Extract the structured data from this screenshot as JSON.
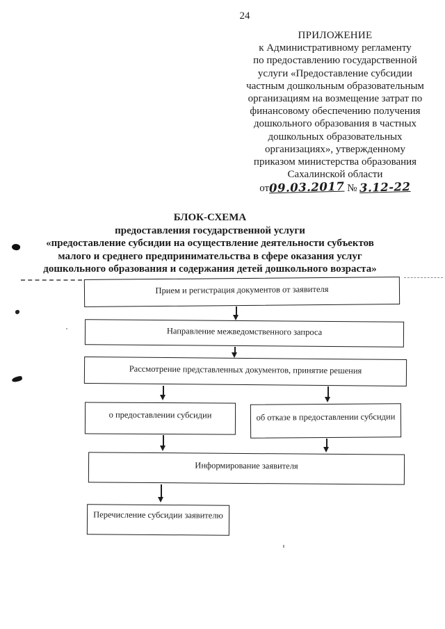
{
  "page": {
    "number": "24"
  },
  "appendix": {
    "title": "ПРИЛОЖЕНИЕ",
    "lines": [
      "к Административному регламенту",
      "по предоставлению государственной",
      "услуги «Предоставление субсидии",
      "частным дошкольным образовательным",
      "организациям на возмещение затрат по",
      "финансовому обеспечению получения",
      "дошкольного образования в частных",
      "дошкольных образовательных",
      "организациях», утвержденному",
      "приказом министерства образования",
      "Сахалинской области"
    ],
    "order": {
      "prefix": "от",
      "date": "09.03.2017",
      "no_sign": "№",
      "number": "3.12-22"
    }
  },
  "scheme": {
    "title": "БЛОК-СХЕМА",
    "subtitle_lines": [
      "предоставления государственной услуги",
      "«предоставление субсидии на осуществление деятельности субъектов",
      "малого и среднего предпринимательства в сфере оказания услуг",
      "дошкольного образования и содержания детей дошкольного возраста»"
    ]
  },
  "flowchart": {
    "steps": [
      {
        "label": "Прием и регистрация документов от заявителя"
      },
      {
        "label": "Направление межведомственного запроса"
      },
      {
        "label": "Рассмотрение представленных документов, принятие решения"
      },
      {
        "label": "о предоставлении субсидии"
      },
      {
        "label": "об отказе в предоставлении субсидии"
      },
      {
        "label": "Информирование заявителя"
      },
      {
        "label": "Перечисление субсидии заявителю"
      }
    ]
  },
  "colors": {
    "ink": "#1c1c1c",
    "paper": "#ffffff"
  }
}
